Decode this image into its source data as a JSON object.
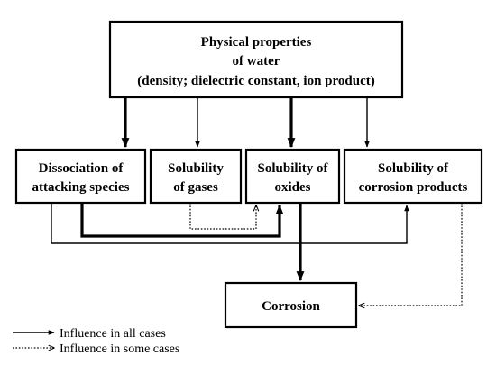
{
  "nodes": {
    "physical_properties": {
      "lines": [
        "Physical properties",
        "of water",
        "(density; dielectric constant, ion product)"
      ]
    },
    "dissociation": {
      "lines": [
        "Dissociation of",
        "attacking species"
      ]
    },
    "solubility_gases": {
      "lines": [
        "Solubility",
        "of gases"
      ]
    },
    "solubility_oxides": {
      "lines": [
        "Solubility of",
        "oxides"
      ]
    },
    "solubility_corrosion_products": {
      "lines": [
        "Solubility of",
        "corrosion products"
      ]
    },
    "corrosion": {
      "lines": [
        "Corrosion"
      ]
    }
  },
  "edges": [
    {
      "from": "physical_properties",
      "to": "dissociation",
      "style": "thick"
    },
    {
      "from": "physical_properties",
      "to": "solubility_gases",
      "style": "solid"
    },
    {
      "from": "physical_properties",
      "to": "solubility_oxides",
      "style": "thick"
    },
    {
      "from": "physical_properties",
      "to": "solubility_corrosion_products",
      "style": "solid"
    },
    {
      "from": "dissociation",
      "to": "solubility_oxides",
      "style": "thick"
    },
    {
      "from": "dissociation",
      "to": "solubility_corrosion_products",
      "style": "solid"
    },
    {
      "from": "solubility_gases",
      "to": "solubility_oxides",
      "style": "dotted"
    },
    {
      "from": "solubility_oxides",
      "to": "corrosion",
      "style": "thick"
    },
    {
      "from": "solubility_corrosion_products",
      "to": "corrosion",
      "style": "dotted"
    }
  ],
  "legend": {
    "solid_label": "Influence in all cases",
    "dotted_label": "Influence in some cases"
  }
}
